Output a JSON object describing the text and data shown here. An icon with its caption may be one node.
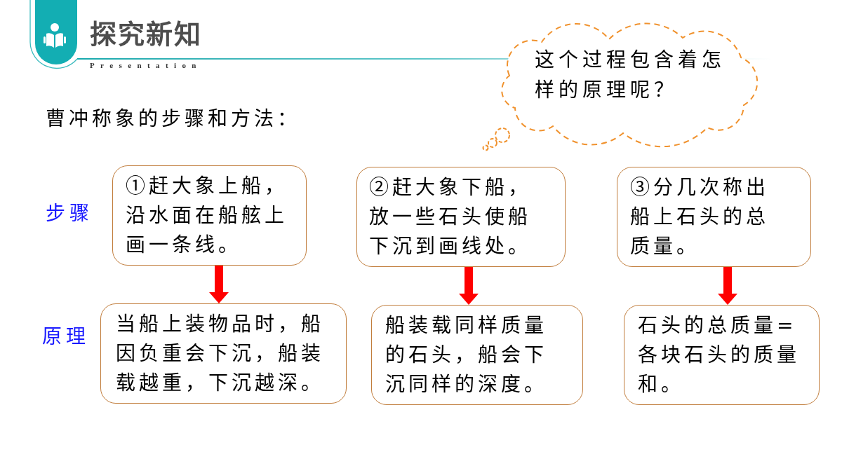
{
  "diagram": {
    "title": "探究新知",
    "nodes": [
      {
        "text": [
          "这个过程包含着怎样的原理呢？"
        ]
      },
      {
        "text": [
          "①赶大象上船，沿水面在船舷上画一条线。"
        ]
      },
      {
        "text": [
          "②赶大象下船，放一些石头使船下沉到画线处。"
        ]
      },
      {
        "text": [
          "③分几次称出船上石头的总质量。"
        ]
      },
      {
        "text": [
          "当船上装物品时，船因负重会下沉，船装载越重，下沉越深。"
        ]
      },
      {
        "text": [
          "船装载同样质量的石头，船会下沉同样的深度。"
        ]
      },
      {
        "text": [
          "石头的总质量=各块石头的质量和。"
        ]
      }
    ],
    "edges": [
      {
        "from": 1,
        "to": 4,
        "arrow": "to",
        "style": "thick",
        "color": "#ff0000"
      },
      {
        "from": 2,
        "to": 5,
        "arrow": "to",
        "style": "thick",
        "color": "#ff0000"
      },
      {
        "from": 3,
        "to": 6,
        "arrow": "to",
        "style": "thick",
        "color": "#ff0000"
      }
    ],
    "labels": [
      "Presentation",
      "曹冲称象的步骤和方法：",
      "步骤",
      "原理"
    ]
  }
}
